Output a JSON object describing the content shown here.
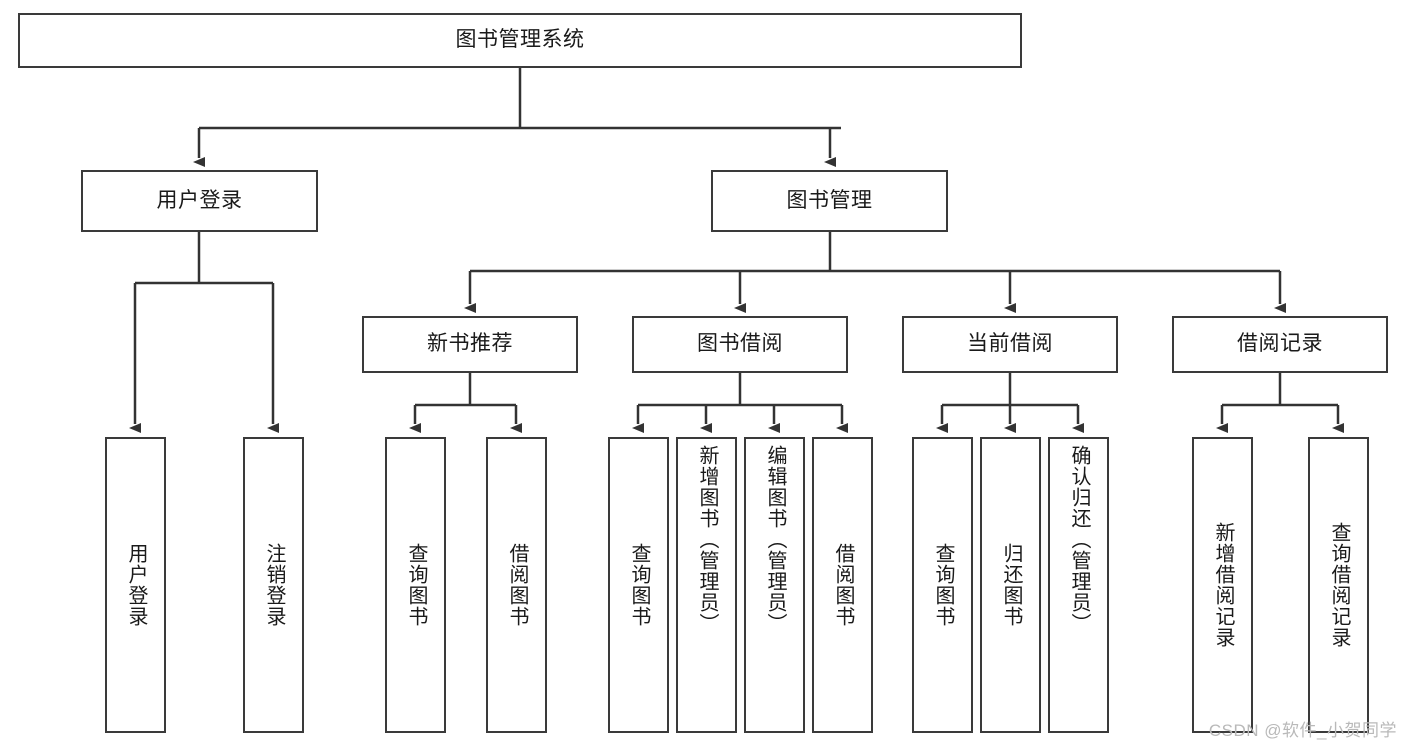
{
  "diagram": {
    "title": "图书管理系统",
    "type": "hierarchy-tree",
    "orientation": "top-down",
    "levels": 4,
    "colors": {
      "box_border": "#3a3a3a",
      "box_fill": "#ffffff",
      "connector": "#333333",
      "text": "#1a1a1a",
      "watermark": "#b9b9b9",
      "background": "#ffffff"
    }
  },
  "watermark": {
    "text": "CSDN @软件_小贺同学"
  },
  "nodes": {
    "root": {
      "id": "root",
      "label": "图书管理系统"
    },
    "level2": [
      {
        "id": "user-login",
        "label": "用户登录"
      },
      {
        "id": "book-manage",
        "label": "图书管理"
      }
    ],
    "level3": [
      {
        "id": "new-book-recommend",
        "label": "新书推荐"
      },
      {
        "id": "book-borrow",
        "label": "图书借阅"
      },
      {
        "id": "current-borrow",
        "label": "当前借阅"
      },
      {
        "id": "borrow-record",
        "label": "借阅记录"
      }
    ],
    "leaves": {
      "user-login": [
        {
          "id": "leaf-user-login",
          "label": "用户登录"
        },
        {
          "id": "leaf-user-logout",
          "label": "注销登录"
        }
      ],
      "new-book-recommend": [
        {
          "id": "leaf-query-book-1",
          "label": "查询图书"
        },
        {
          "id": "leaf-borrow-book-1",
          "label": "借阅图书"
        }
      ],
      "book-borrow": [
        {
          "id": "leaf-query-book-2",
          "label": "查询图书"
        },
        {
          "id": "leaf-add-book",
          "label": "新增图书（管理员）"
        },
        {
          "id": "leaf-edit-book",
          "label": "编辑图书（管理员）"
        },
        {
          "id": "leaf-borrow-book-2",
          "label": "借阅图书"
        }
      ],
      "current-borrow": [
        {
          "id": "leaf-query-book-3",
          "label": "查询图书"
        },
        {
          "id": "leaf-return-book",
          "label": "归还图书"
        },
        {
          "id": "leaf-confirm-return",
          "label": "确认归还（管理员）"
        }
      ],
      "borrow-record": [
        {
          "id": "leaf-add-record",
          "label": "新增借阅记录"
        },
        {
          "id": "leaf-query-record",
          "label": "查询借阅记录"
        }
      ]
    }
  }
}
